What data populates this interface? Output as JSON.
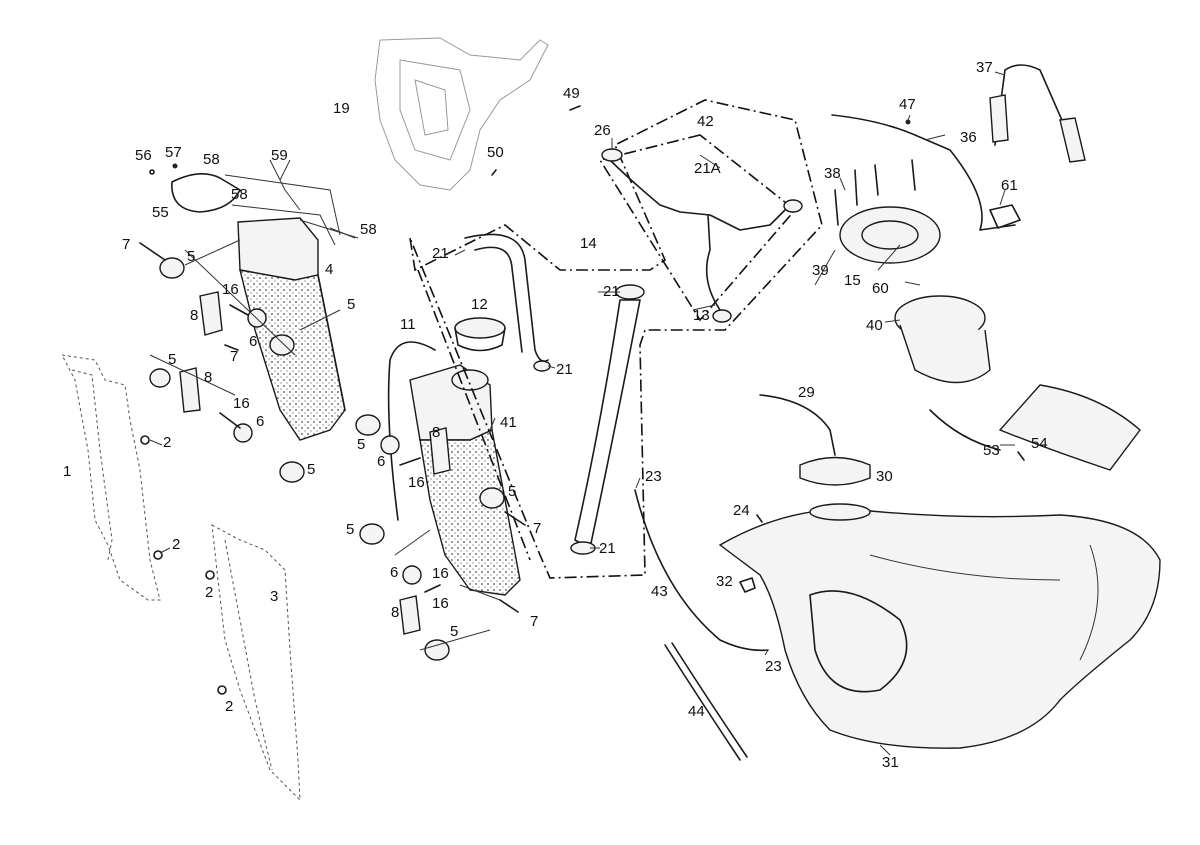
{
  "labels": {
    "l1": "1",
    "l2a": "2",
    "l2b": "2",
    "l2c": "2",
    "l2d": "2",
    "l3": "3",
    "l4": "4",
    "l5a": "5",
    "l5b": "5",
    "l5c": "5",
    "l5d": "5",
    "l5e": "5",
    "l5f": "5",
    "l5g": "5",
    "l5h": "5",
    "l6a": "6",
    "l6b": "6",
    "l6c": "6",
    "l6d": "6",
    "l7a": "7",
    "l7b": "7",
    "l7c": "7",
    "l7d": "7",
    "l8a": "8",
    "l8b": "8",
    "l8c": "8",
    "l8d": "8",
    "l11": "11",
    "l12": "12",
    "l13": "13",
    "l14": "14",
    "l15": "15",
    "l16a": "16",
    "l16b": "16",
    "l16c": "16",
    "l16d": "16",
    "l16e": "16",
    "l19": "19",
    "l21a": "21",
    "l21b": "21",
    "l21c": "21",
    "l21d": "21",
    "l21A": "21A",
    "l23a": "23",
    "l23b": "23",
    "l24": "24",
    "l26": "26",
    "l29": "29",
    "l30": "30",
    "l31": "31",
    "l32": "32",
    "l36": "36",
    "l37": "37",
    "l38": "38",
    "l39": "39",
    "l40": "40",
    "l41": "41",
    "l42": "42",
    "l43": "43",
    "l44": "44",
    "l47": "47",
    "l49": "49",
    "l50": "50",
    "l53": "53",
    "l54": "54",
    "l55": "55",
    "l56": "56",
    "l57": "57",
    "l58a": "58",
    "l58b": "58",
    "l58c": "58",
    "l59": "59",
    "l60": "60",
    "l61": "61"
  }
}
